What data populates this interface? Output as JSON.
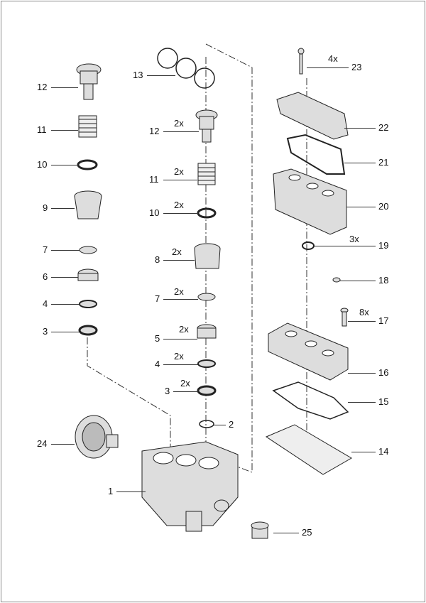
{
  "diagram": {
    "type": "exploded-parts-view",
    "callouts": [
      {
        "number": "12",
        "qty": ""
      },
      {
        "number": "11",
        "qty": ""
      },
      {
        "number": "10",
        "qty": ""
      },
      {
        "number": "9",
        "qty": ""
      },
      {
        "number": "7",
        "qty": ""
      },
      {
        "number": "6",
        "qty": ""
      },
      {
        "number": "4",
        "qty": ""
      },
      {
        "number": "3",
        "qty": ""
      },
      {
        "number": "24",
        "qty": ""
      },
      {
        "number": "1",
        "qty": ""
      },
      {
        "number": "13",
        "qty": ""
      },
      {
        "number": "12",
        "qty": "2x"
      },
      {
        "number": "11",
        "qty": "2x"
      },
      {
        "number": "10",
        "qty": "2x"
      },
      {
        "number": "8",
        "qty": "2x"
      },
      {
        "number": "7",
        "qty": "2x"
      },
      {
        "number": "5",
        "qty": "2x"
      },
      {
        "number": "4",
        "qty": "2x"
      },
      {
        "number": "3",
        "qty": "2x"
      },
      {
        "number": "2",
        "qty": ""
      },
      {
        "number": "23",
        "qty": "4x"
      },
      {
        "number": "22",
        "qty": ""
      },
      {
        "number": "21",
        "qty": ""
      },
      {
        "number": "20",
        "qty": ""
      },
      {
        "number": "19",
        "qty": "3x"
      },
      {
        "number": "18",
        "qty": ""
      },
      {
        "number": "17",
        "qty": "8x"
      },
      {
        "number": "16",
        "qty": ""
      },
      {
        "number": "15",
        "qty": ""
      },
      {
        "number": "14",
        "qty": ""
      },
      {
        "number": "25",
        "qty": ""
      }
    ]
  }
}
